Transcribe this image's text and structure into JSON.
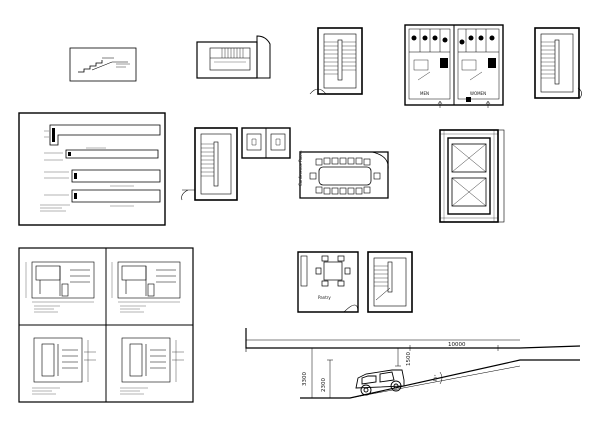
{
  "drawings": {
    "restroom": {
      "label_men": "MEN",
      "label_women": "WOMEN"
    },
    "conference": {
      "label": "Conference Room"
    },
    "pantry": {
      "label": "Pantry"
    },
    "ramp": {
      "dim_length": "10000",
      "dim_height_inner": "2300",
      "dim_height_outer": "3300",
      "dim_clearance": "1500",
      "dim_angle": "15°"
    }
  },
  "colors": {
    "line": "#000000",
    "background": "#ffffff"
  }
}
